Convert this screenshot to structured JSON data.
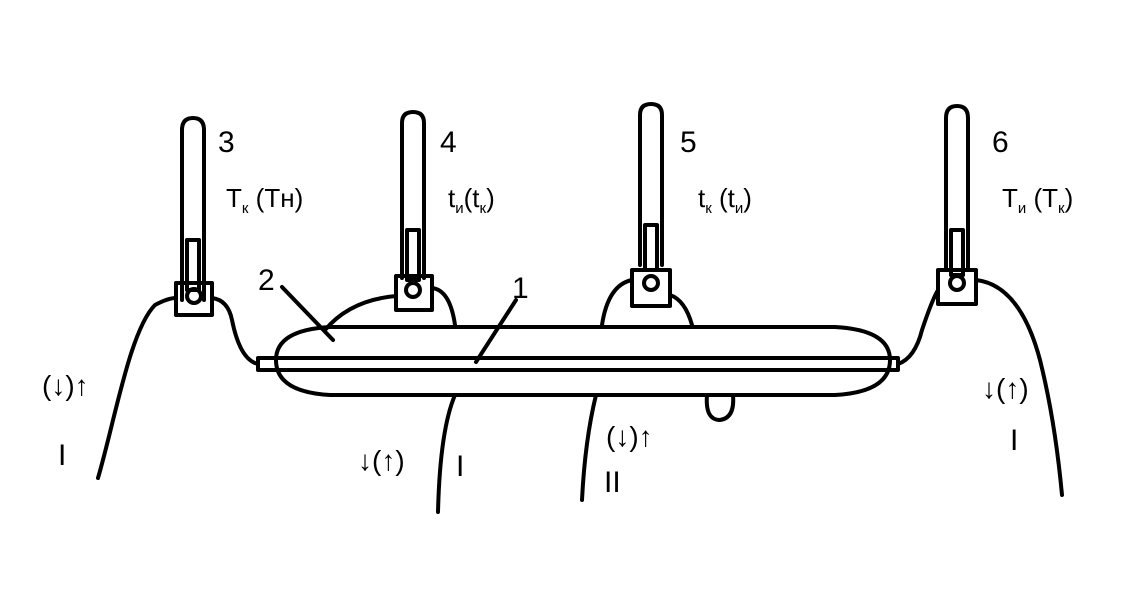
{
  "diagram": {
    "colors": {
      "stroke": "#000000",
      "background": "#ffffff"
    },
    "parts": {
      "rod": "1",
      "tube": "2"
    },
    "thermometers": [
      {
        "number": "3",
        "label": {
          "a": "Т",
          "a_sub": "к",
          "b": " (Тн)"
        }
      },
      {
        "number": "4",
        "label": {
          "a": "t",
          "a_sub": "и",
          "b": "(t",
          "b_sub": "к",
          "c": ")"
        }
      },
      {
        "number": "5",
        "label": {
          "a": "t",
          "a_sub": "к",
          "b": " (t",
          "b_sub": "и",
          "c": ")"
        }
      },
      {
        "number": "6",
        "label": {
          "a": "Т",
          "a_sub": "и",
          "b": " (Т",
          "b_sub": "к",
          "c": ")"
        }
      }
    ],
    "flows": [
      {
        "arrows": "(↓)↑",
        "circuit": "I"
      },
      {
        "arrows": "↓(↑)",
        "circuit": "I"
      },
      {
        "arrows": "(↓)↑",
        "circuit": "II"
      },
      {
        "arrows": "↓(↑)",
        "circuit": "I"
      }
    ]
  }
}
